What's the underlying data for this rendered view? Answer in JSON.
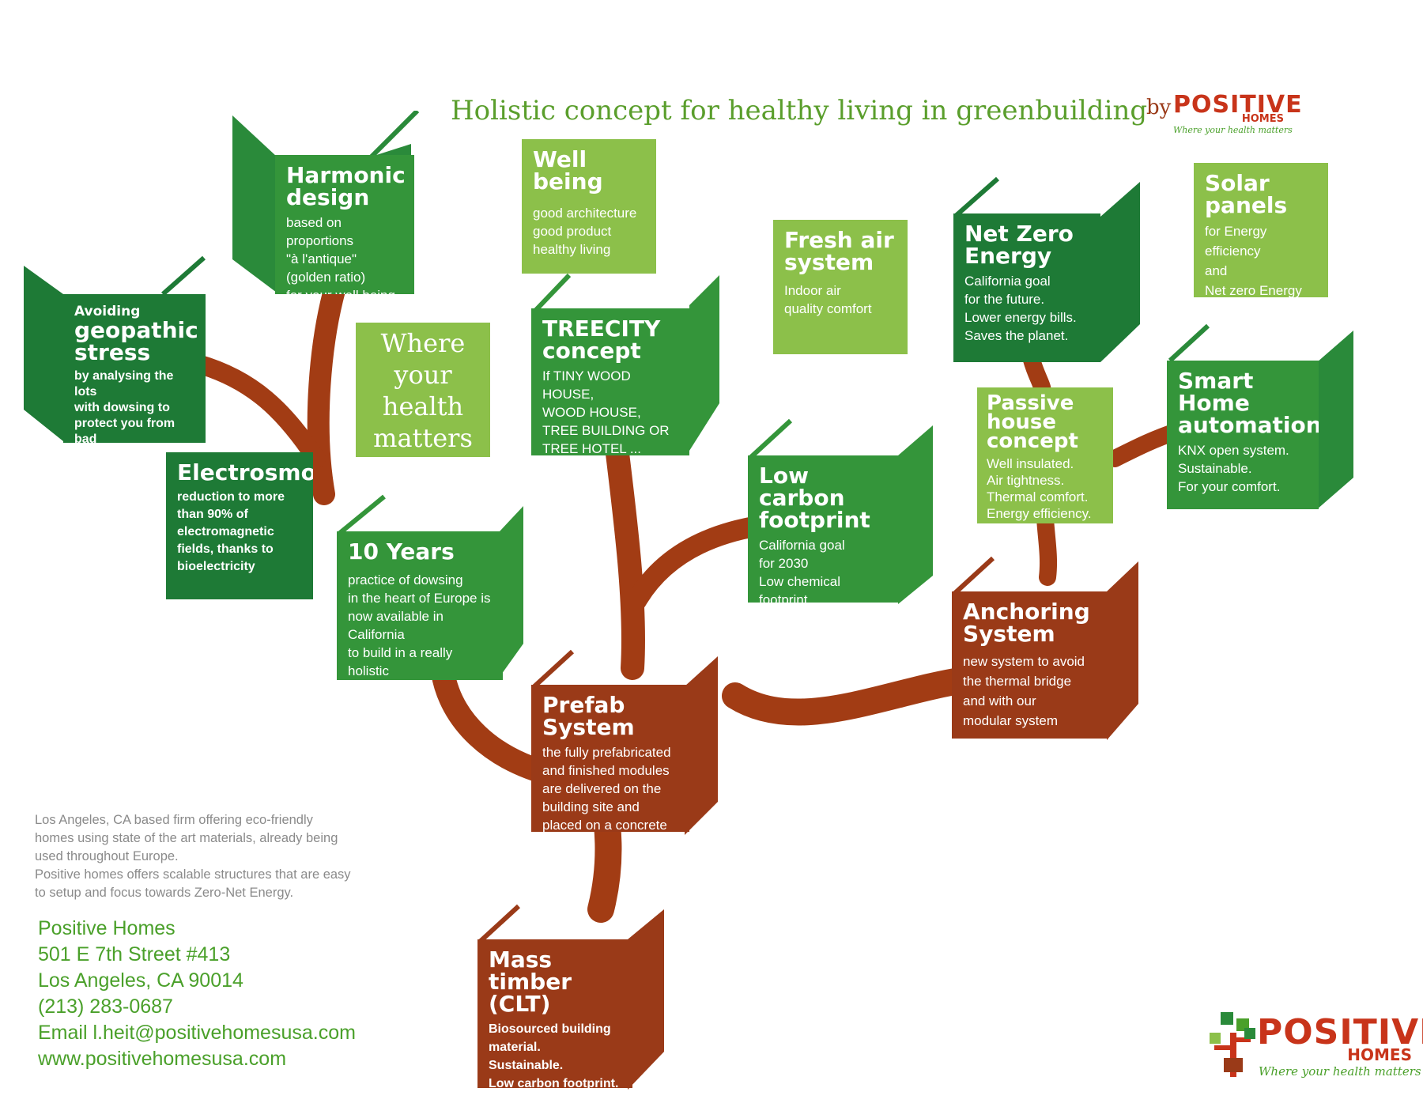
{
  "title": "Holistic concept for healthy living in greenbuilding",
  "logo": {
    "by": "by",
    "name": "POSITIVE",
    "sub": "HOMES",
    "tagline": "Where your health matters"
  },
  "where_box": "Where\nyour\nhealth\nmatters",
  "boxes": {
    "harmonic": {
      "title": "Harmonic design",
      "body": "based on proportions\n\"à l'antique\"\n(golden ratio)\nfor your well being"
    },
    "geopathic": {
      "pre": "Avoiding",
      "title": "geopathic stress",
      "body": "by analysing the lots\nwith dowsing to\nprotect you from bad\nenergies emanating\nfrom the earth."
    },
    "electrosmog": {
      "title": "Electrosmog",
      "body": "reduction to more\nthan 90% of\nelectromagnetic\nfields, thanks to\nbioelectricity"
    },
    "wellbeing": {
      "title": "Well being",
      "body": "good architecture\ngood product\nhealthy living"
    },
    "treecity": {
      "title": "TREECITY concept",
      "body": "If TINY WOOD HOUSE,\nWOOD HOUSE,\nTREE BUILDING OR\nTREE HOTEL ...\neverything is possible."
    },
    "tenyears": {
      "title": "10 Years",
      "body": "practice of dowsing\nin the heart of Europe is\nnow available in California\nto build in a really holistic\nway of well being."
    },
    "freshair": {
      "title": "Fresh air system",
      "body": "Indoor air\nquality comfort"
    },
    "netzero": {
      "title": "Net Zero Energy",
      "body": "California goal\nfor the future.\nLower energy bills.\nSaves the planet."
    },
    "solar": {
      "title": "Solar panels",
      "body": "for Energy efficiency\nand\nNet zero Energy\nGoal!"
    },
    "lowcarbon": {
      "title": "Low carbon footprint",
      "body": "California goal\nfor 2030\nLow chemical\nfootprint\nLower health impact."
    },
    "passive": {
      "title": "Passive house concept",
      "body": "Well insulated.\nAir tightness.\nThermal comfort.\nEnergy efficiency."
    },
    "smarthome": {
      "title": "Smart Home automation",
      "body": "KNX open system.\nSustainable.\nFor your comfort."
    },
    "prefab": {
      "title": "Prefab System",
      "body": "the fully prefabricated\nand finished modules\nare delivered on the\nbuilding site and\nplaced on a concrete\npodium with cranes."
    },
    "anchoring": {
      "title": "Anchoring System",
      "body": "new system to avoid\nthe thermal bridge\nand with our\nmodular system"
    },
    "masstimber": {
      "title": "Mass timber (CLT)",
      "body": "Biosourced building\nmaterial.\nSustainable.\nLow carbon footprint.\nFor your well being."
    }
  },
  "info_text": "Los Angeles, CA based firm offering eco-friendly\nhomes using state of the art materials, already being\nused throughout Europe.\nPositive homes offers scalable structures that are easy\nto setup and focus towards Zero-Net Energy.",
  "contact": {
    "company": "Positive Homes",
    "address1": "501 E 7th Street #413",
    "address2": "Los Angeles, CA 90014",
    "phone": "(213) 283-0687",
    "email": "Email  l.heit@positivehomesusa.com",
    "website": "www.positivehomesusa.com"
  },
  "colors": {
    "dark_green": "#1e7a36",
    "mid_green": "#34953a",
    "light_green": "#8cc04a",
    "brown": "#9a3a18",
    "title_green": "#5a9e2c",
    "logo_red": "#c8341a"
  }
}
